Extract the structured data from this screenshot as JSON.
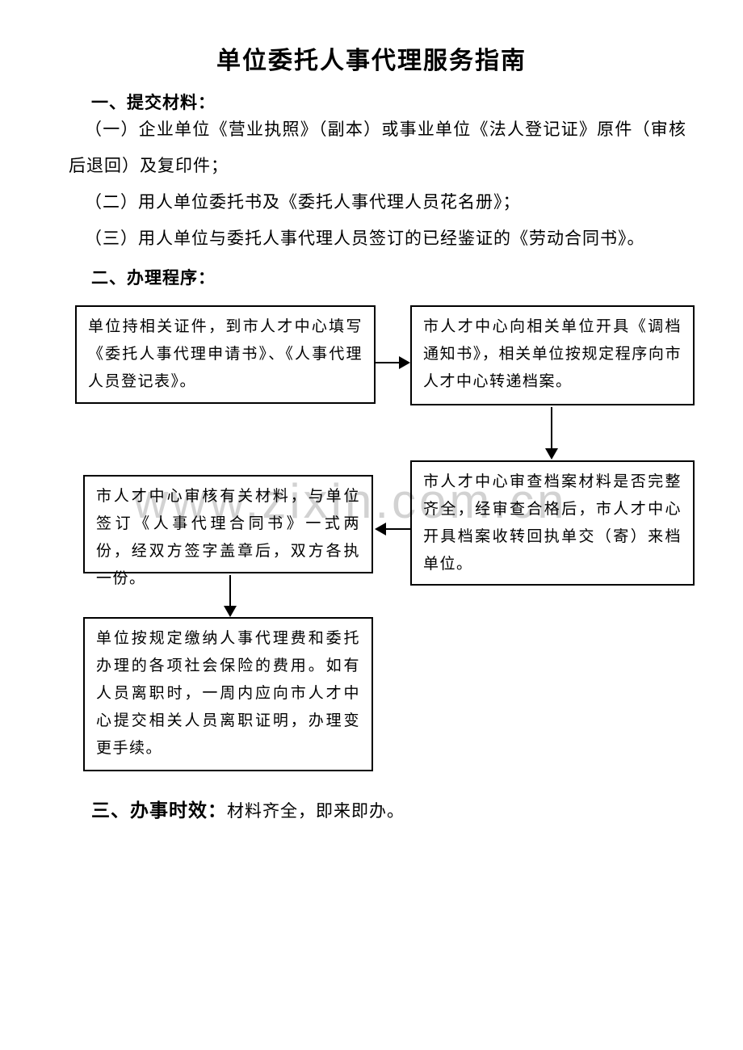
{
  "document": {
    "title": "单位委托人事代理服务指南",
    "materials": {
      "heading": "一、提交材料：",
      "items": [
        "（一）企业单位《营业执照》（副本）或事业单位《法人登记证》原件（审核后退回）及复印件；",
        "（二）用人单位委托书及《委托人事代理人员花名册》；",
        "（三）用人单位与委托人事代理人员签订的已经鉴证的《劳动合同书》。"
      ]
    },
    "procedure": {
      "heading": "二、办理程序：",
      "steps": [
        {
          "text": "单位持相关证件，到市人才中心填写《委托人事代理申请书》、《人事代理人员登记表》。"
        },
        {
          "text": "市人才中心向相关单位开具《调档通知书》，相关单位按规定程序向市人才中心转递档案。"
        },
        {
          "text": "市人才中心审查档案材料是否完整齐全，经审查合格后，市人才中心开具档案收转回执单交（寄）来档单位。"
        },
        {
          "text": "市人才中心审核有关材料，与单位签订《人事代理合同书》一式两份，经双方签字盖章后，双方各执一份。"
        },
        {
          "text": "单位按规定缴纳人事代理费和委托办理的各项社会保险的费用。如有人员离职时，一周内应向市人才中心提交相关人员离职证明，办理变更手续。"
        }
      ],
      "connectors": [
        {
          "from": "step-1",
          "to": "step-2",
          "direction": "right"
        },
        {
          "from": "step-2",
          "to": "step-3",
          "direction": "down"
        },
        {
          "from": "step-3",
          "to": "step-4",
          "direction": "left"
        },
        {
          "from": "step-4",
          "to": "step-5",
          "direction": "down"
        }
      ]
    },
    "timeliness": {
      "heading": "三、办事时效：",
      "text": "材料齐全，即来即办。"
    },
    "watermark": "www.zixin.com.cn",
    "colors": {
      "text": "#000000",
      "border": "#000000",
      "watermark": "#c8c8c8",
      "background": "#ffffff"
    }
  }
}
